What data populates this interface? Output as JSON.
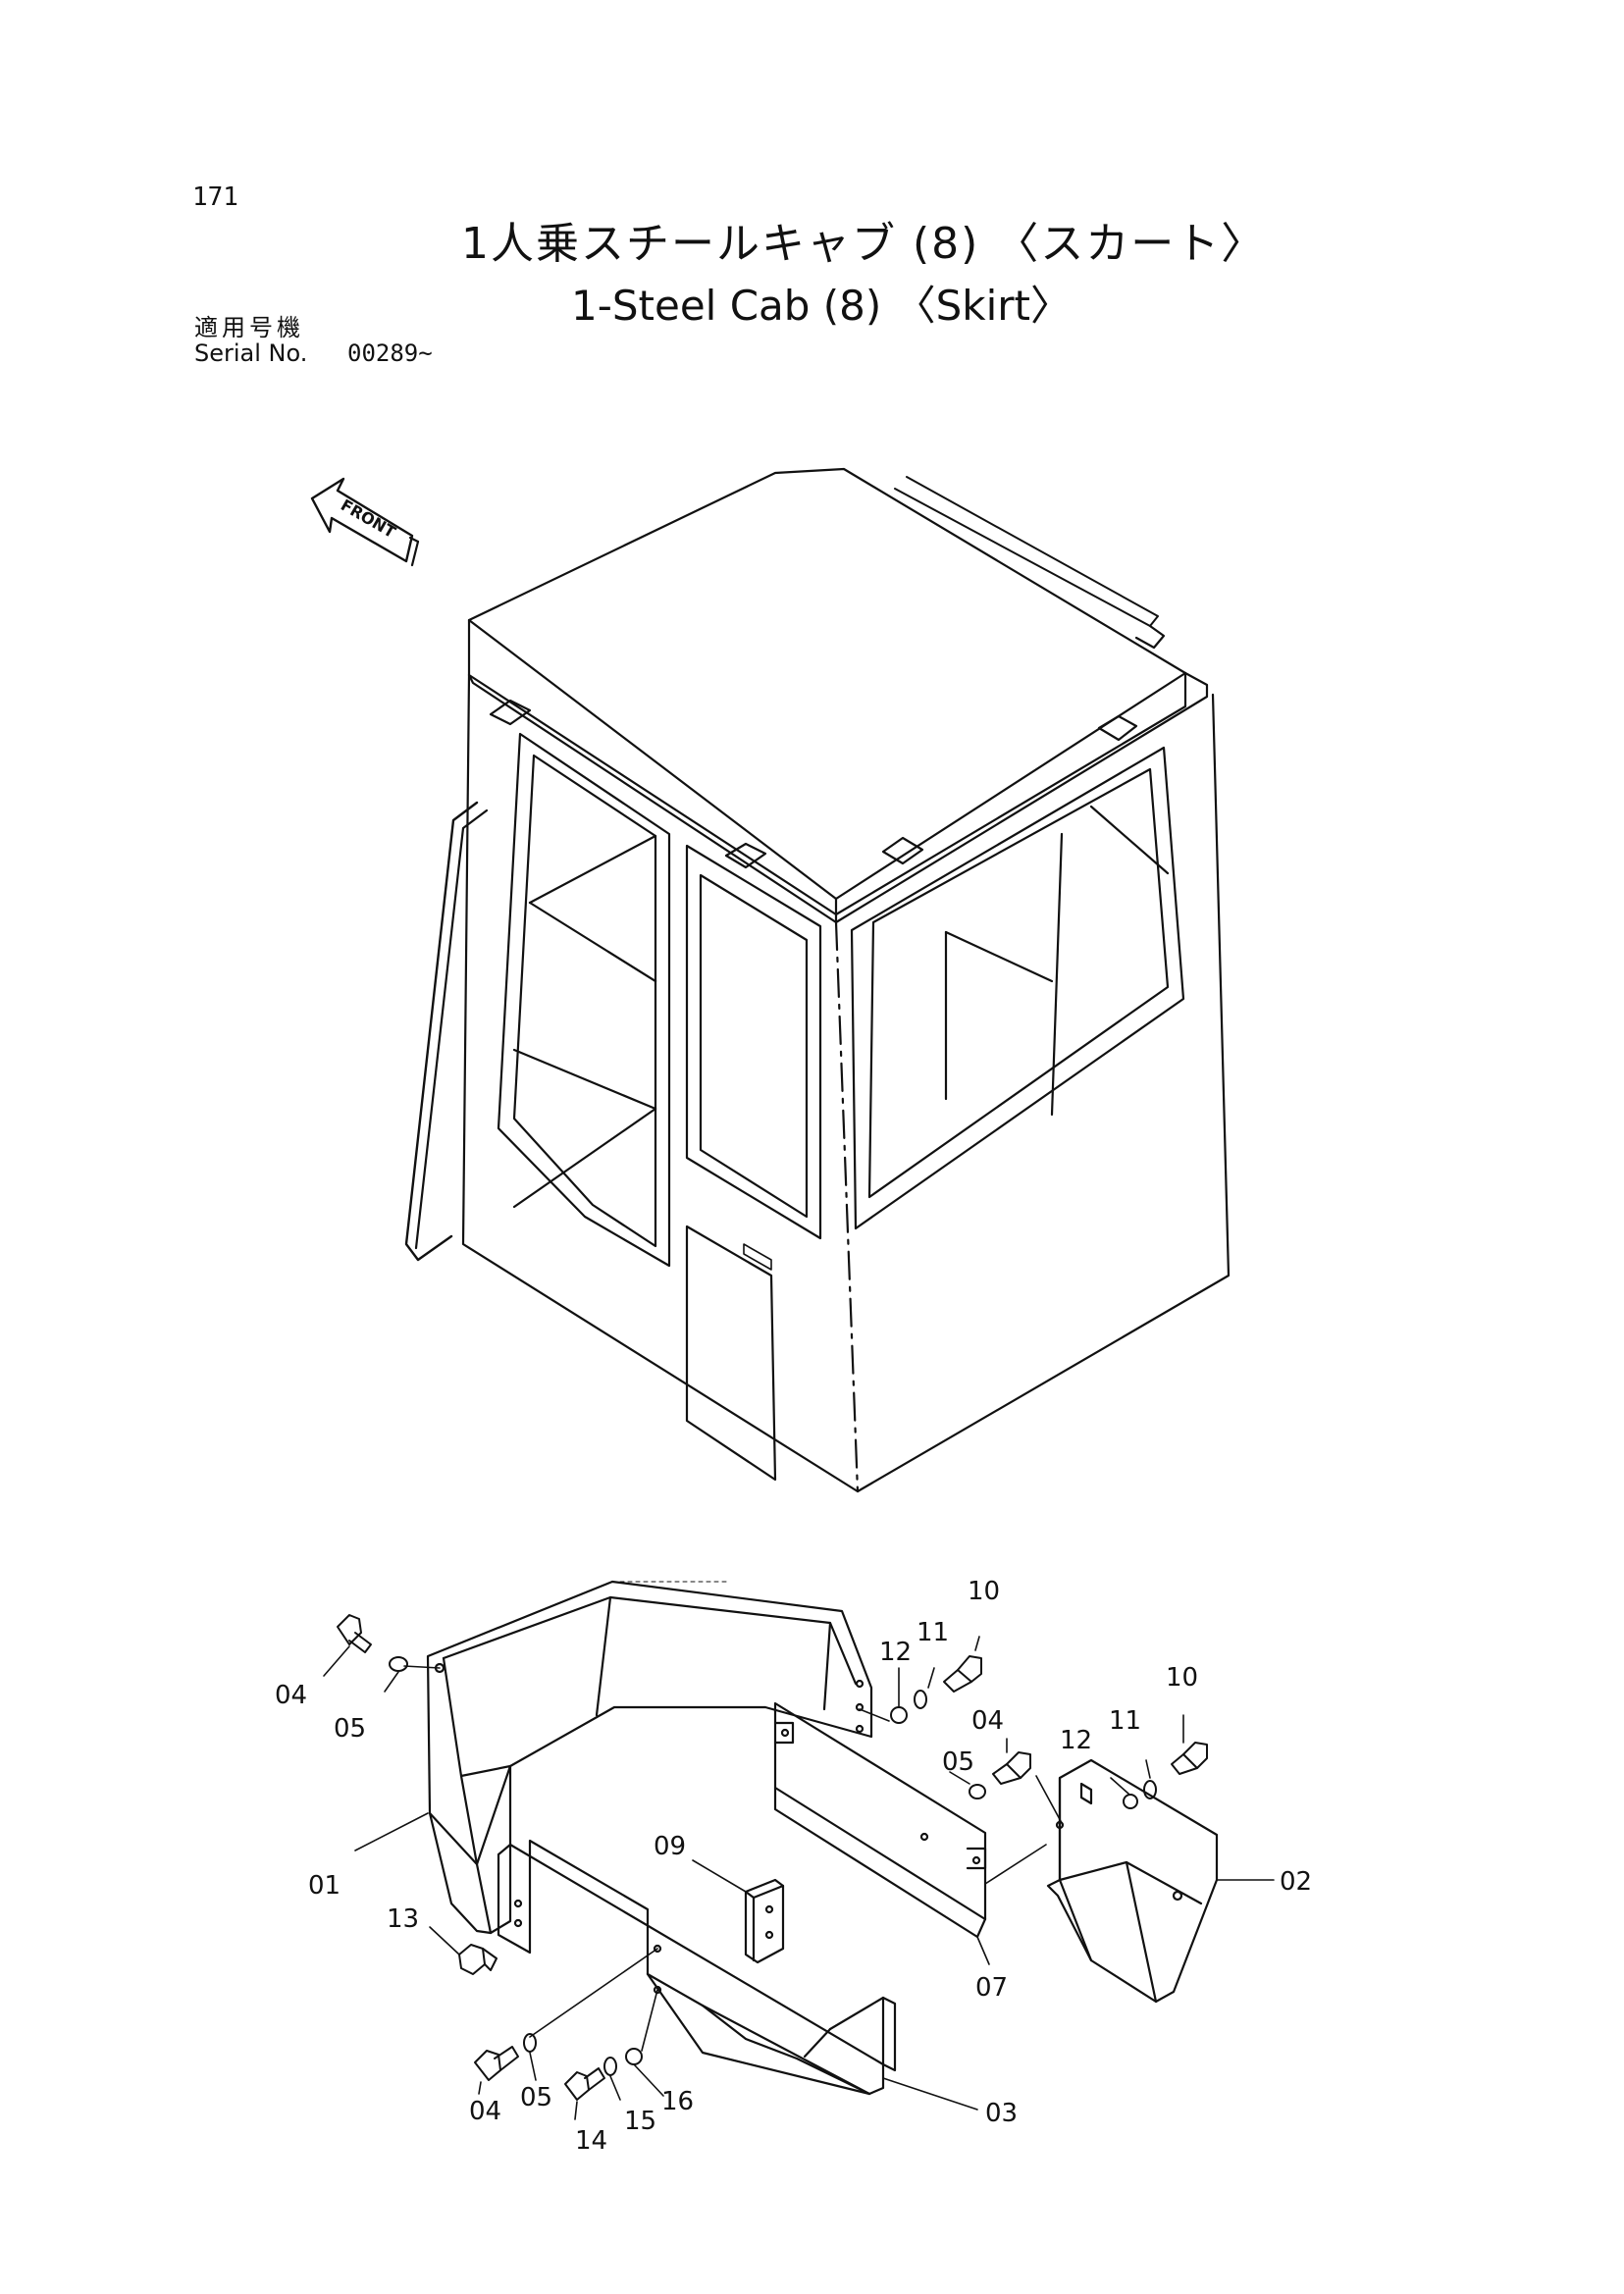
{
  "page_number": "171",
  "title_ja": "1人乗スチールキャブ (8) 〈スカート〉",
  "title_en": "1-Steel Cab (8) 〈Skirt〉",
  "serial_label_ja": "適用号機",
  "serial_label_en": "Serial No.",
  "serial_value": "00289~",
  "front_label": "FRONT",
  "callouts": {
    "c01": "01",
    "c02": "02",
    "c03": "03",
    "c04a": "04",
    "c04b": "04",
    "c04c": "04",
    "c05a": "05",
    "c05b": "05",
    "c05c": "05",
    "c07": "07",
    "c09": "09",
    "c10a": "10",
    "c10b": "10",
    "c11a": "11",
    "c11b": "11",
    "c12a": "12",
    "c12b": "12",
    "c13": "13",
    "c14": "14",
    "c15": "15",
    "c16": "16"
  }
}
